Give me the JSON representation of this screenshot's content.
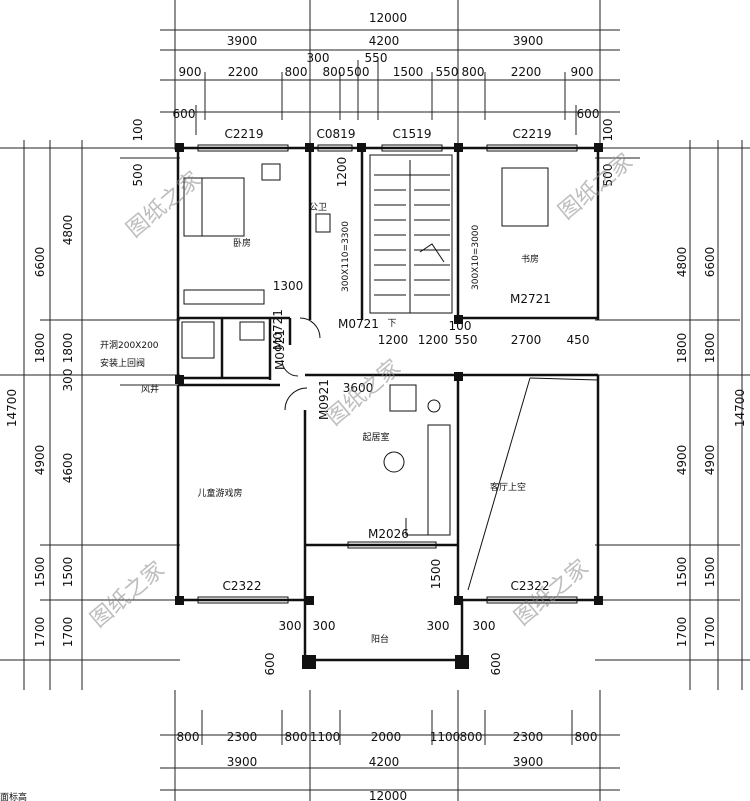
{
  "top_dims": {
    "total": "12000",
    "row1": [
      "3900",
      "4200",
      "3900"
    ],
    "row2": [
      "900",
      "2200",
      "800",
      "300",
      "800",
      "500",
      "550",
      "1500",
      "550",
      "800",
      "2200",
      "900"
    ],
    "row3": [
      "600",
      "600"
    ]
  },
  "bottom_dims": {
    "total": "12000",
    "row1": [
      "3900",
      "4200",
      "3900"
    ],
    "row2": [
      "800",
      "2300",
      "800",
      "1100",
      "2000",
      "1100",
      "800",
      "2300",
      "800"
    ]
  },
  "left_dims": {
    "total": "14700",
    "outer": [
      "6600",
      "1800",
      "4900",
      "1500",
      "1700"
    ],
    "inner": [
      "100",
      "500",
      "4800",
      "1800",
      "300",
      "4600",
      "1500",
      "1700"
    ]
  },
  "right_dims": {
    "total": "14700",
    "outer": [
      "6600",
      "1800",
      "4900",
      "1500",
      "1700"
    ],
    "inner": [
      "100",
      "500",
      "4800",
      "1800",
      "4900",
      "1500",
      "1700"
    ]
  },
  "windows": [
    "C2219",
    "C0819",
    "C1519",
    "C2219",
    "C2322",
    "C2322"
  ],
  "doors": [
    "M2721",
    "M0721",
    "M0921",
    "M0721",
    "M2026",
    "M0921"
  ],
  "rooms": {
    "bedroom": "卧房",
    "study": "书房",
    "bath": "公卫",
    "living": "起居室",
    "kids": "儿童游戏房",
    "void": "客厅上空",
    "balcony": "阳台",
    "shaft": "风井",
    "down": "下"
  },
  "notes": {
    "vent1": "开洞200X200",
    "vent2": "安装上回阀",
    "stair_rise": "300X110=3300",
    "stair_run": "300X10=3000",
    "bottom_note": "面标高"
  },
  "interior_dims": [
    "1200",
    "1300",
    "1200",
    "1200",
    "550",
    "2700",
    "450",
    "100",
    "3600",
    "1500",
    "300",
    "300",
    "300",
    "300",
    "600",
    "600"
  ],
  "watermark": "图纸之家"
}
